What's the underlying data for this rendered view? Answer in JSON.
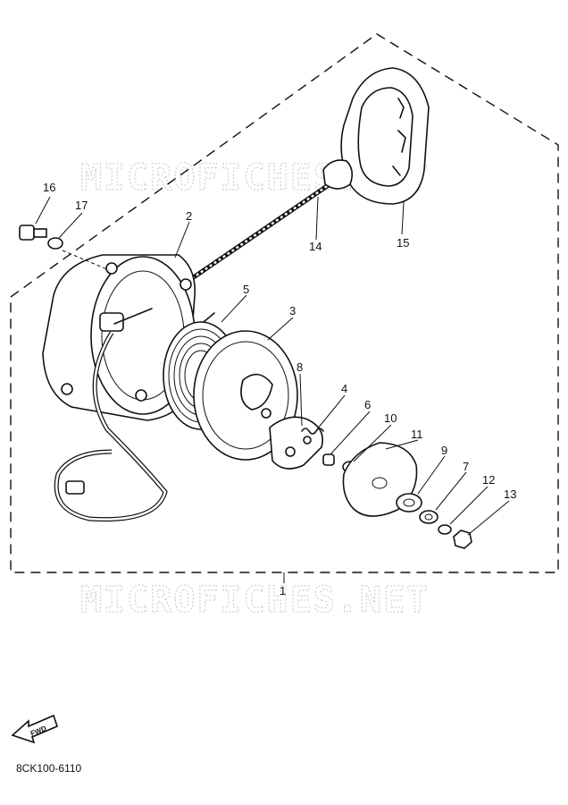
{
  "watermark": {
    "text": "MICROFICHES.NET"
  },
  "fwd_arrow": {
    "label": "FWD"
  },
  "diagram": {
    "part_code": "8CK100-6110",
    "callouts": [
      {
        "id": "c1",
        "label": "1"
      },
      {
        "id": "c2",
        "label": "2"
      },
      {
        "id": "c3",
        "label": "3"
      },
      {
        "id": "c4",
        "label": "4"
      },
      {
        "id": "c5",
        "label": "5"
      },
      {
        "id": "c6",
        "label": "6"
      },
      {
        "id": "c7",
        "label": "7"
      },
      {
        "id": "c8",
        "label": "8"
      },
      {
        "id": "c9",
        "label": "9"
      },
      {
        "id": "c10",
        "label": "10"
      },
      {
        "id": "c11",
        "label": "11"
      },
      {
        "id": "c12",
        "label": "12"
      },
      {
        "id": "c13",
        "label": "13"
      },
      {
        "id": "c14",
        "label": "14"
      },
      {
        "id": "c15",
        "label": "15"
      },
      {
        "id": "c16",
        "label": "16"
      },
      {
        "id": "c17",
        "label": "17"
      }
    ]
  }
}
